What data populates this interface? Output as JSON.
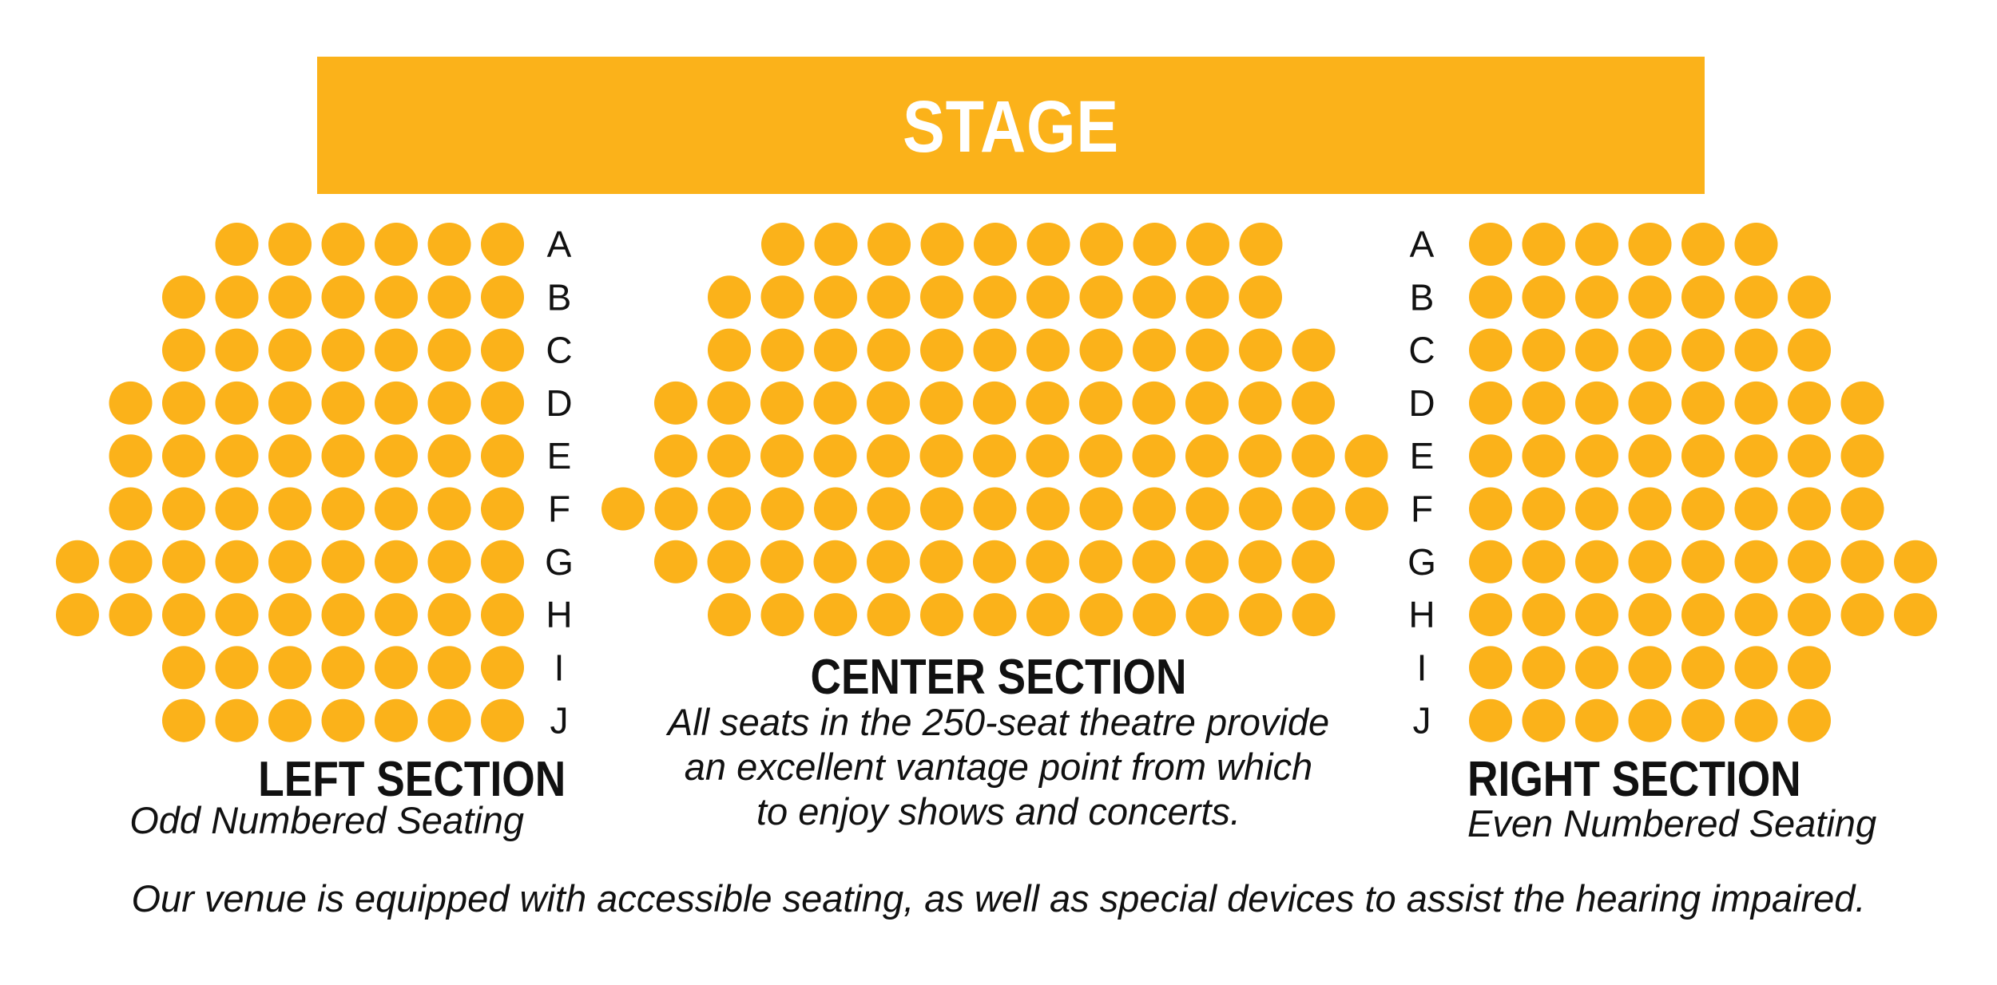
{
  "stage": {
    "label": "STAGE"
  },
  "rows": [
    "A",
    "B",
    "C",
    "D",
    "E",
    "F",
    "G",
    "H",
    "I",
    "J"
  ],
  "sections": {
    "left": {
      "title": "LEFT SECTION",
      "subtitle": "Odd Numbered Seating",
      "seats_per_row": [
        6,
        7,
        7,
        8,
        8,
        8,
        9,
        9,
        7,
        7
      ]
    },
    "center": {
      "title": "CENTER SECTION",
      "description_lines": [
        "All seats in the 250-seat theatre provide",
        "an excellent vantage point from which",
        "to enjoy shows and concerts."
      ],
      "seats_per_row": [
        10,
        11,
        12,
        13,
        14,
        15,
        13,
        12,
        0,
        0
      ]
    },
    "right": {
      "title": "RIGHT SECTION",
      "subtitle": "Even Numbered Seating",
      "seats_per_row": [
        6,
        7,
        7,
        8,
        8,
        8,
        9,
        9,
        7,
        7
      ]
    }
  },
  "footer": {
    "note": "Our venue is equipped with accessible seating, as well as special devices to assist the hearing impaired."
  },
  "colors": {
    "seat": "#fbb21a",
    "stage": "#fbb21a",
    "text": "#111111"
  }
}
